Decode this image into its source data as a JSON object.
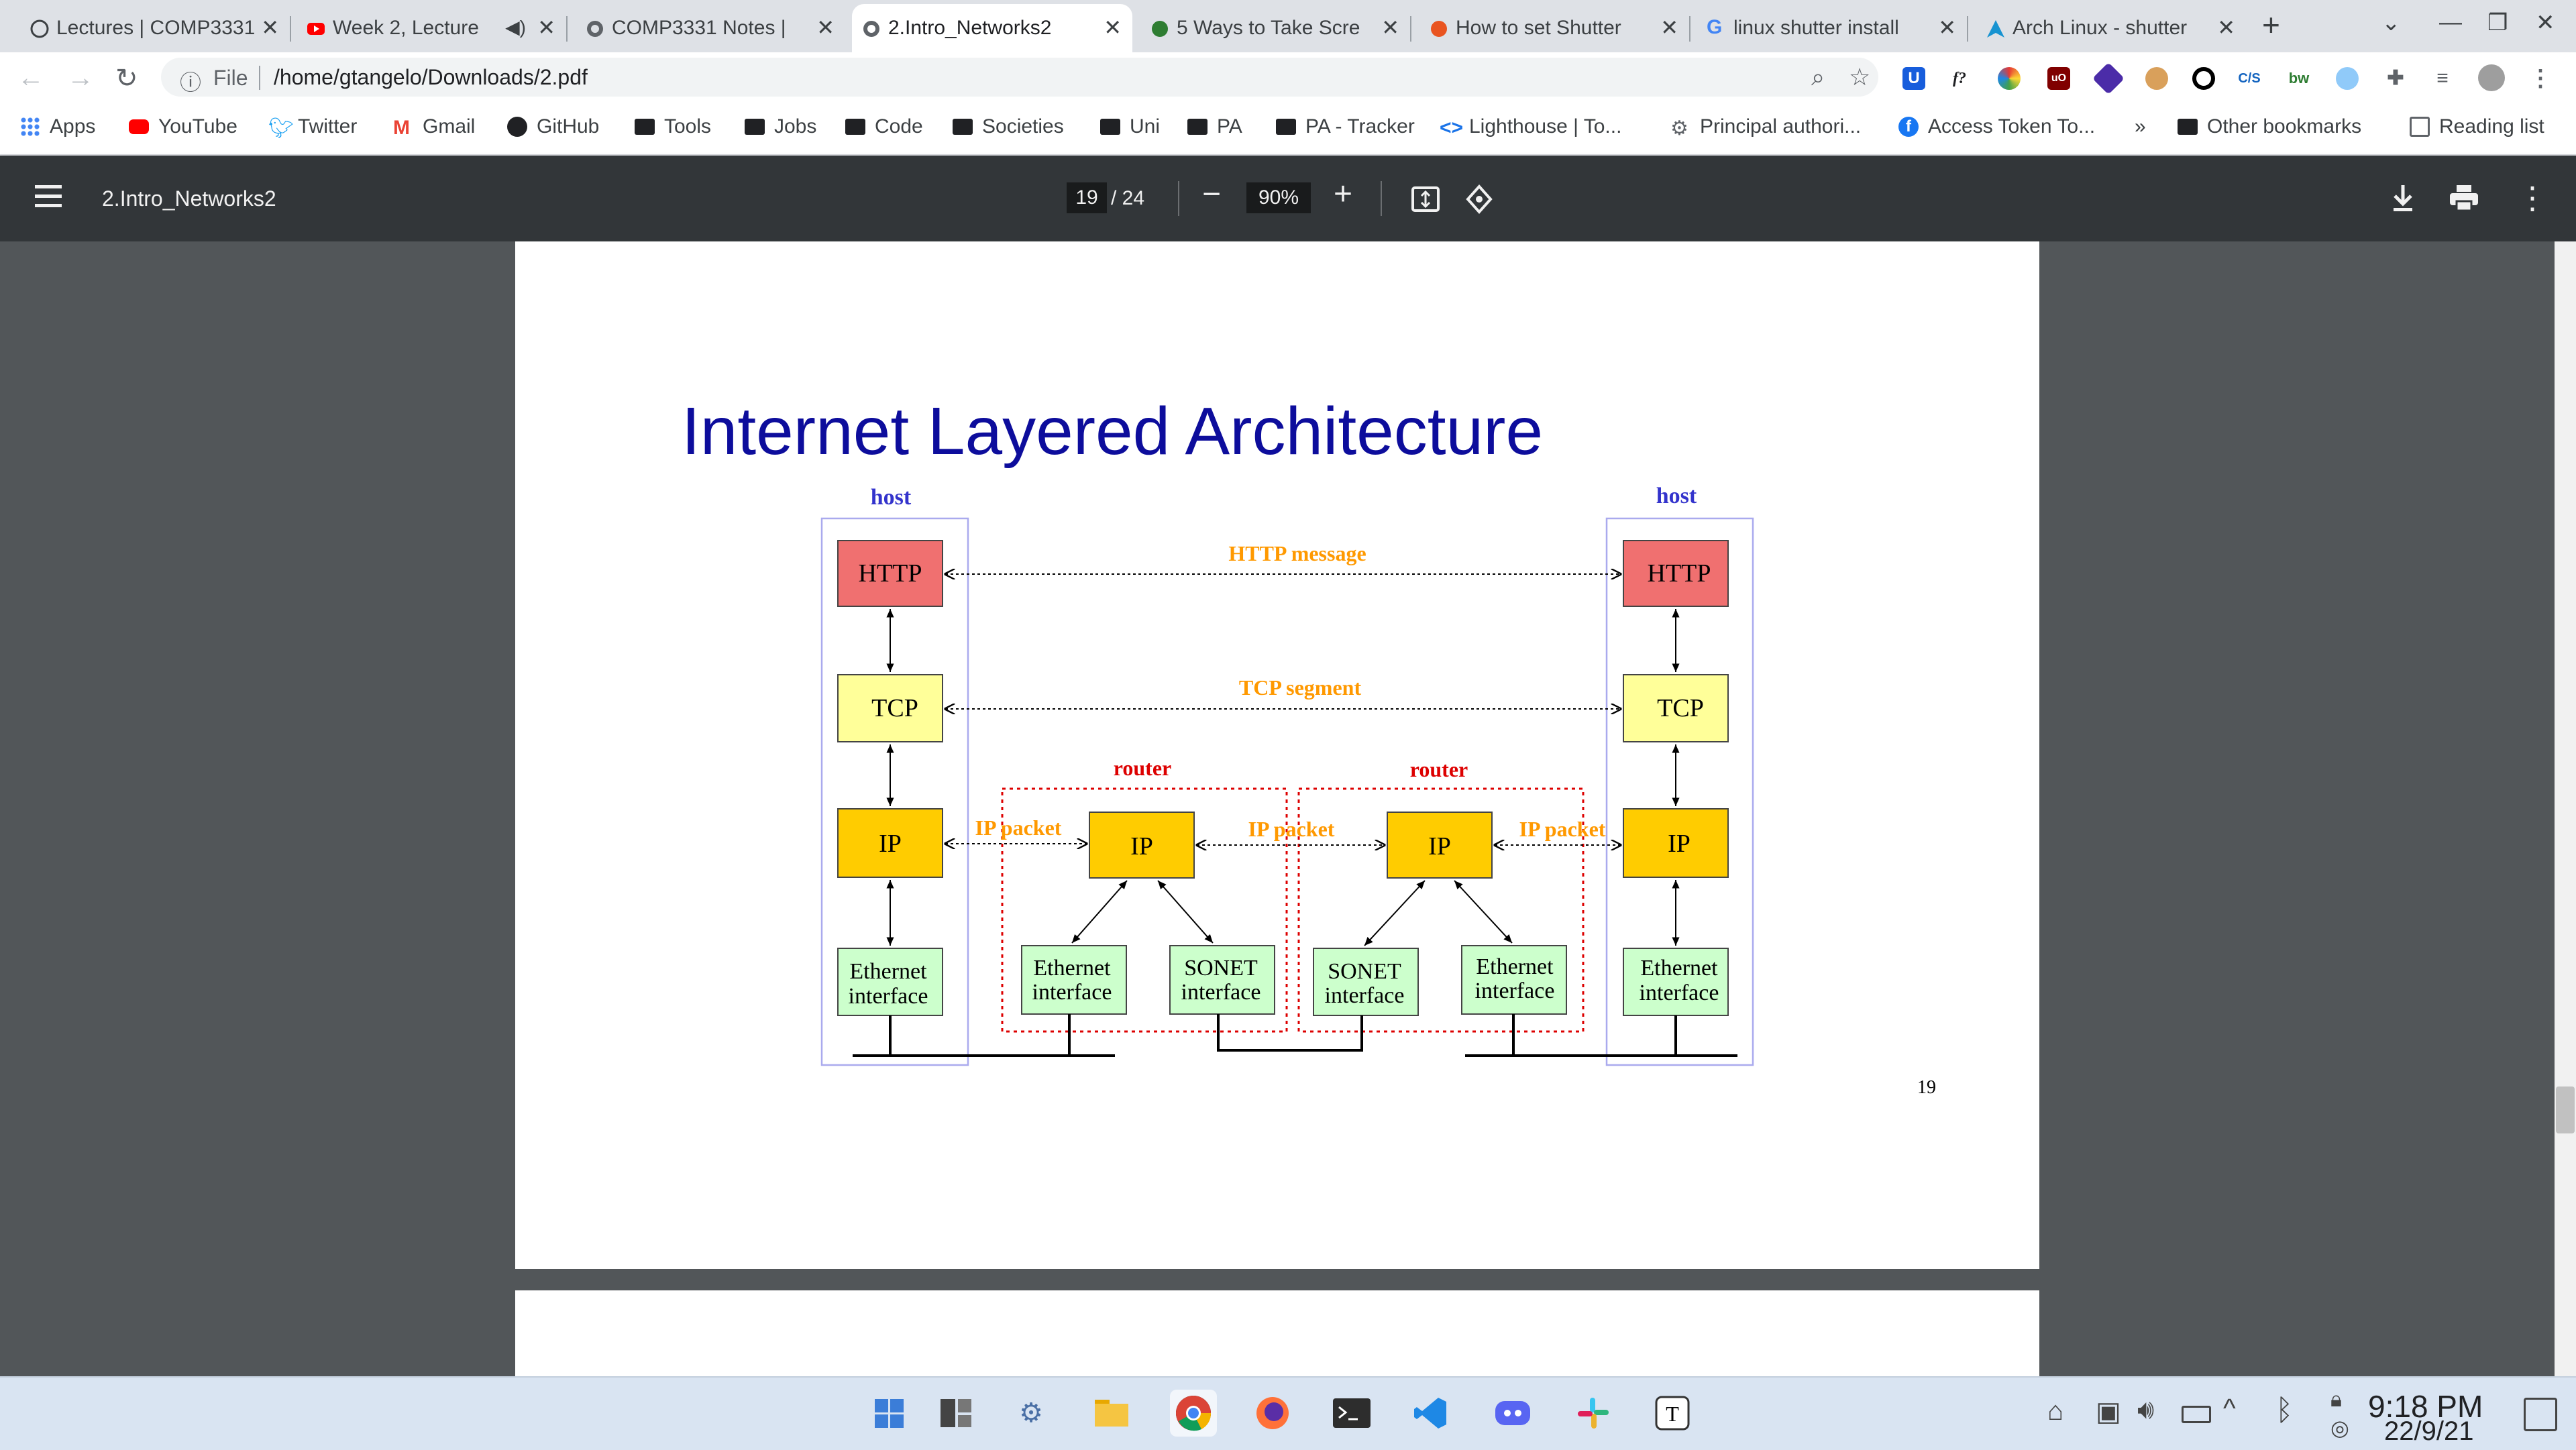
{
  "browser": {
    "tabs": [
      {
        "label": "Lectures | COMP3331"
      },
      {
        "label": "Week 2, Lecture"
      },
      {
        "label": "COMP3331 Notes |"
      },
      {
        "label": "2.Intro_Networks2"
      },
      {
        "label": "5 Ways to Take Scre"
      },
      {
        "label": "How to set Shutter"
      },
      {
        "label": "linux shutter install"
      },
      {
        "label": "Arch Linux - shutter"
      }
    ],
    "address": {
      "scheme": "File",
      "url": "/home/gtangelo/Downloads/2.pdf"
    },
    "bookmarks": [
      {
        "label": "Apps"
      },
      {
        "label": "YouTube"
      },
      {
        "label": "Twitter"
      },
      {
        "label": "Gmail"
      },
      {
        "label": "GitHub"
      },
      {
        "label": "Tools"
      },
      {
        "label": "Jobs"
      },
      {
        "label": "Code"
      },
      {
        "label": "Societies"
      },
      {
        "label": "Uni"
      },
      {
        "label": "PA"
      },
      {
        "label": "PA - Tracker"
      },
      {
        "label": "Lighthouse  |  To..."
      },
      {
        "label": "Principal authori..."
      },
      {
        "label": "Access Token To..."
      }
    ],
    "bookmarks_more": "»",
    "other_bookmarks": "Other bookmarks",
    "reading_list": "Reading list"
  },
  "pdf": {
    "title": "2.Intro_Networks2",
    "current_page": "19",
    "total_pages": "/  24",
    "zoom": "90%"
  },
  "slide": {
    "title": "Internet Layered Architecture",
    "page_number": "19",
    "diagram": {
      "host_labels": [
        "host",
        "host"
      ],
      "router_labels": [
        "router",
        "router"
      ],
      "layers": {
        "http": "HTTP",
        "tcp": "TCP",
        "ip": "IP"
      },
      "ethernet_line1": "Ethernet",
      "sonet_line1": "SONET",
      "interface_line2": "interface",
      "messages": {
        "http": "HTTP message",
        "tcp": "TCP segment",
        "ip_packet": "IP packet"
      }
    }
  },
  "taskbar": {
    "time": "9:18 PM",
    "date": "22/9/21"
  },
  "colors": {
    "http_box": "#f07070",
    "tcp_box": "#ffff99",
    "ip_box": "#ffcc00",
    "iface_box": "#ccffcc",
    "title_blue": "#0d0d9c",
    "host_blue": "#3333cc",
    "router_red": "#dd0000",
    "msg_orange": "#ff9900"
  }
}
